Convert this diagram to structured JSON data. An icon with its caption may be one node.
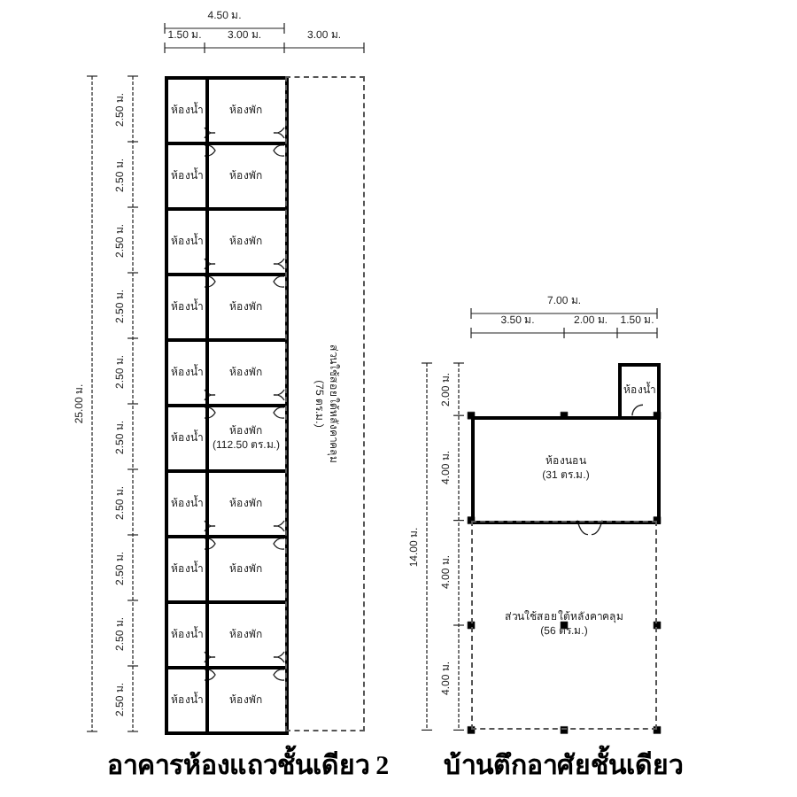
{
  "diagram": {
    "nodes": [
      {
        "text": [
          "ห้องน้ำ"
        ]
      },
      {
        "text": [
          "ห้องพัก"
        ]
      },
      {
        "text": [
          "ห้องน้ำ"
        ]
      },
      {
        "text": [
          "ห้องพัก"
        ]
      },
      {
        "text": [
          "ห้องน้ำ"
        ]
      },
      {
        "text": [
          "ห้องพัก"
        ]
      },
      {
        "text": [
          "ห้องน้ำ"
        ]
      },
      {
        "text": [
          "ห้องพัก"
        ]
      },
      {
        "text": [
          "ห้องน้ำ"
        ]
      },
      {
        "text": [
          "ห้องพัก"
        ]
      },
      {
        "text": [
          "ห้องน้ำ"
        ]
      },
      {
        "text": [
          "ห้องพัก",
          "(112.50 ตร.ม.)"
        ]
      },
      {
        "text": [
          "ห้องน้ำ"
        ]
      },
      {
        "text": [
          "ห้องพัก"
        ]
      },
      {
        "text": [
          "ห้องน้ำ"
        ]
      },
      {
        "text": [
          "ห้องพัก"
        ]
      },
      {
        "text": [
          "ห้องน้ำ"
        ]
      },
      {
        "text": [
          "ห้องพัก"
        ]
      },
      {
        "text": [
          "ห้องน้ำ"
        ]
      },
      {
        "text": [
          "ห้องพัก"
        ]
      },
      {
        "text": [
          "ส่วนใช้สอยใต้หลังคาคลุม",
          "(75 ตร.ม.)"
        ]
      },
      {
        "text": [
          "ห้องน้ำ"
        ]
      },
      {
        "text": [
          "ห้องนอน",
          "(31 ตร.ม.)"
        ]
      },
      {
        "text": [
          "ส่วนใช้สอยใต้หลังคาคลุม",
          "(56 ตร.ม.)"
        ]
      }
    ],
    "labels": [
      "4.50 ม.",
      "1.50 ม.",
      "3.00 ม.",
      "3.00 ม.",
      "7.00 ม.",
      "3.50 ม.",
      "2.00 ม.",
      "1.50 ม.",
      "25.00 ม.",
      "2.50 ม.",
      "2.50 ม.",
      "2.50 ม.",
      "2.50 ม.",
      "2.50 ม.",
      "2.50 ม.",
      "2.50 ม.",
      "2.50 ม.",
      "2.50 ม.",
      "2.50 ม.",
      "14.00 ม.",
      "2.00 ม.",
      "4.00 ม.",
      "4.00 ม.",
      "4.00 ม.",
      "อาคารห้องแถวชั้นเดียว 2",
      "บ้านตึกอาศัยชั้นเดียว"
    ]
  }
}
